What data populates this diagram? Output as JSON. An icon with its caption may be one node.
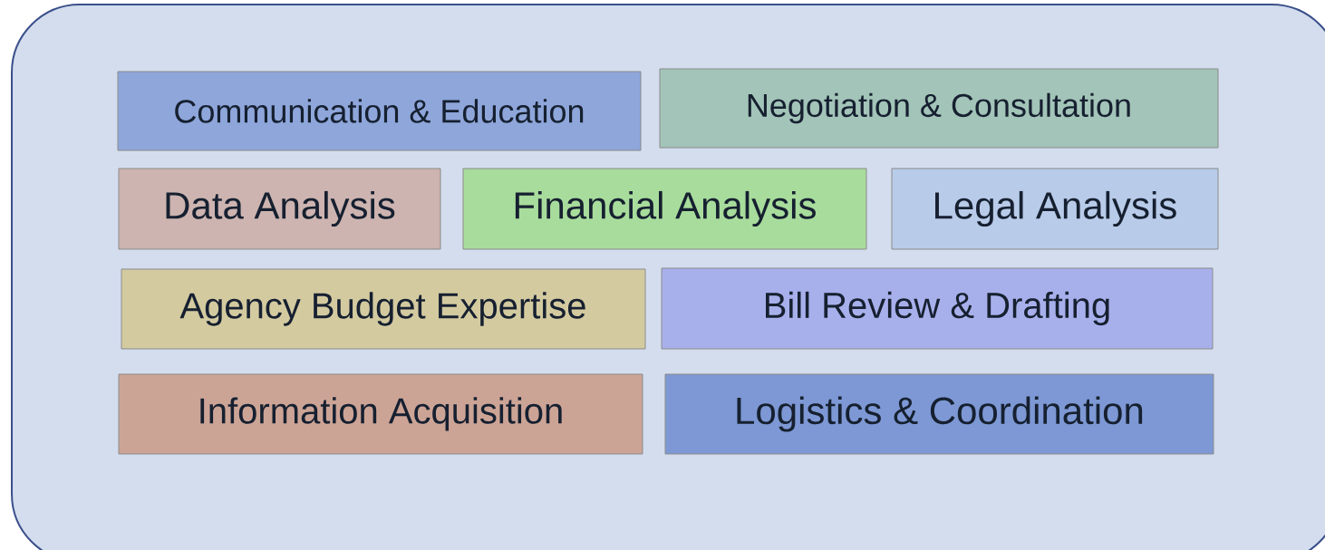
{
  "diagram": {
    "nodes": [
      {
        "text": [],
        "shape": "box"
      },
      {
        "text": [
          "Communication & Education"
        ],
        "in": 0
      },
      {
        "text": [
          "Negotiation & Consultation"
        ],
        "in": 0
      },
      {
        "text": [
          "Data Analysis"
        ],
        "in": 0
      },
      {
        "text": [
          "Financial Analysis"
        ],
        "in": 0
      },
      {
        "text": [
          "Legal Analysis"
        ],
        "in": 0
      },
      {
        "text": [
          "Agency Budget Expertise"
        ],
        "in": 0
      },
      {
        "text": [
          "Bill Review & Drafting"
        ],
        "in": 0
      },
      {
        "text": [
          "Information Acquisition"
        ],
        "in": 0
      },
      {
        "text": [
          "Logistics & Coordination"
        ],
        "in": 0
      }
    ]
  }
}
